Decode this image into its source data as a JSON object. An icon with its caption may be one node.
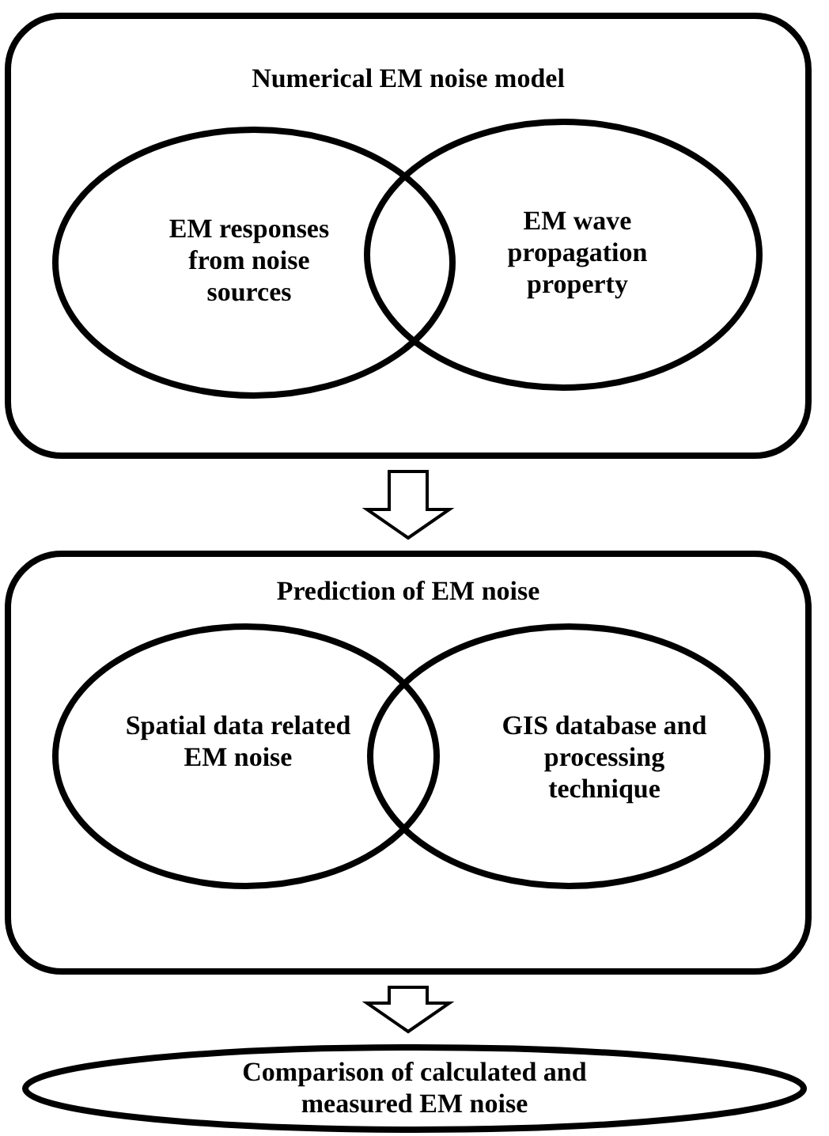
{
  "diagram": {
    "nodes": [
      {
        "text": [
          "Numerical EM noise model"
        ]
      },
      {
        "text": [
          "EM responses from noise sources"
        ],
        "in": 0
      },
      {
        "text": [
          "EM wave propagation property"
        ],
        "in": 0
      },
      {
        "text": [
          "Prediction of EM noise"
        ]
      },
      {
        "text": [
          "Spatial data related EM noise"
        ],
        "in": 3
      },
      {
        "text": [
          "GIS database and processing technique"
        ],
        "in": 3
      },
      {
        "text": [
          "Comparison of calculated and measured EM noise"
        ]
      }
    ],
    "edges": [
      {
        "from": 0,
        "to": 3,
        "arrow": "to"
      },
      {
        "from": 3,
        "to": 6,
        "arrow": "to"
      }
    ]
  }
}
